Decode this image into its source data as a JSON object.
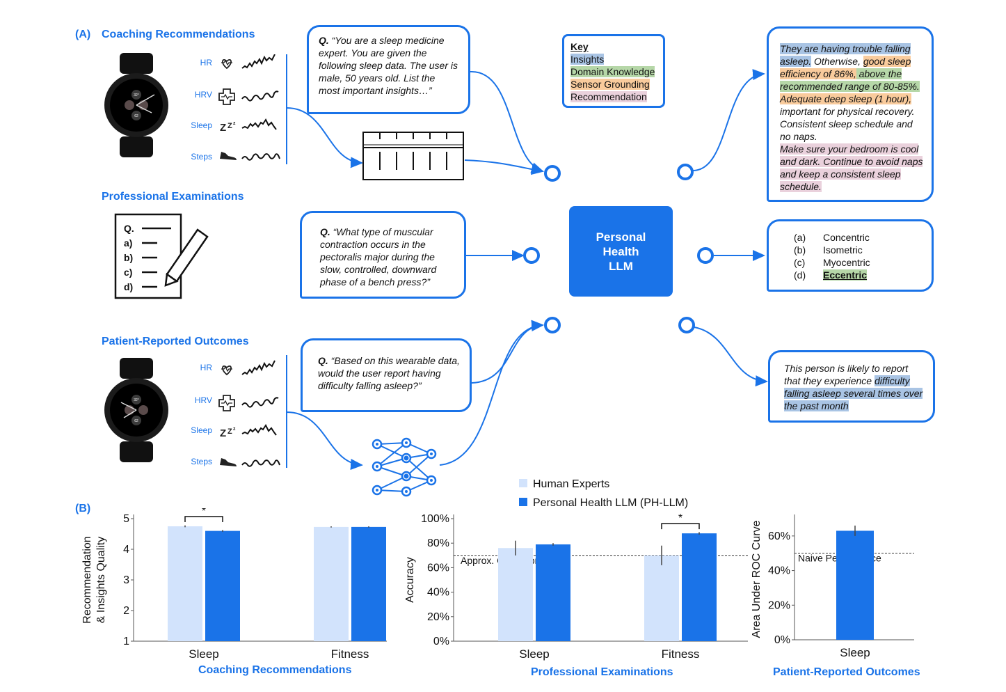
{
  "panel_a": {
    "label": "(A)",
    "coaching_title": "Coaching Recommendations",
    "exams_title": "Professional Examinations",
    "outcomes_title": "Patient-Reported Outcomes",
    "signals": [
      "HR",
      "HRV",
      "Sleep",
      "Steps"
    ],
    "watch_readouts": [
      "32°",
      "62"
    ],
    "q_coaching_prefix": "Q.",
    "q_coaching": "“You are a sleep medicine expert. You are given the following sleep data. The user is male, 50 years old.  List the most important insights…”",
    "q_exam_prefix": "Q.",
    "q_exam": "“What type of muscular contraction occurs in the pectoralis major during the slow, controlled, downward phase of a bench press?”",
    "q_outcome_prefix": "Q.",
    "q_outcome": "“Based on this wearable data, would the user report having difficulty falling asleep?”",
    "exam_sheet": [
      "Q.",
      "a)",
      "b)",
      "c)",
      "d)"
    ],
    "llm_label": "Personal Health LLM",
    "key": {
      "title": "Key",
      "insights": "Insights",
      "domain": "Domain Knowledge",
      "sensor": "Sensor Grounding",
      "recommendation": "Recommendation"
    },
    "coaching_answer": {
      "insights": " They are having trouble falling asleep.",
      "plain1": " Otherwise, ",
      "sensor1": "good sleep efficiency of 86%,",
      "domain1": " above the recommended range of 80-85%.",
      "sensor2": " Adequate deep sleep (1 hour),",
      "plain2": " important for physical recovery. Consistent sleep schedule and no naps.",
      "rec": "Make sure your bedroom is cool and dark. Continue to avoid naps and keep a consistent sleep schedule."
    },
    "exam_answer": {
      "options": [
        {
          "letter": "(a)",
          "text": "Concentric"
        },
        {
          "letter": "(b)",
          "text": "Isometric"
        },
        {
          "letter": "(c)",
          "text": "Myocentric"
        },
        {
          "letter": "(d)",
          "text": "Eccentric"
        }
      ]
    },
    "outcome_answer": {
      "plain": " This person is likely to report that they experience ",
      "insights": "difficulty falling asleep several times over the past month"
    }
  },
  "panel_b": {
    "label": "(B)",
    "legend": [
      "Human Experts",
      "Personal Health LLM (PH-LLM)"
    ],
    "colors": {
      "human": "#d2e3fc",
      "phllm": "#1a73e8",
      "accent": "#1a73e8"
    }
  },
  "chart_data": [
    {
      "type": "bar",
      "title": "Coaching Recommendations",
      "ylabel": "Recommendation & Insights Quality",
      "categories": [
        "Sleep",
        "Fitness"
      ],
      "series": [
        {
          "name": "Human Experts",
          "values": [
            4.75,
            4.73
          ]
        },
        {
          "name": "Personal Health LLM (PH-LLM)",
          "values": [
            4.6,
            4.73
          ]
        }
      ],
      "ylim": [
        1,
        5
      ],
      "yticks": [
        "1",
        "2",
        "3",
        "4",
        "5"
      ],
      "significance": [
        {
          "category": "Sleep",
          "label": "*"
        }
      ]
    },
    {
      "type": "bar",
      "title": "Professional Examinations",
      "ylabel": "Accuracy",
      "categories": [
        "Sleep",
        "Fitness"
      ],
      "series": [
        {
          "name": "Human Experts",
          "values": [
            76,
            70
          ]
        },
        {
          "name": "Personal Health LLM (PH-LLM)",
          "values": [
            79,
            88
          ]
        }
      ],
      "ylim": [
        0,
        100
      ],
      "yticks": [
        "0%",
        "20%",
        "40%",
        "60%",
        "80%",
        "100%"
      ],
      "reference_line": {
        "value": 70,
        "label": "Approx. Grade for Credit"
      },
      "significance": [
        {
          "category": "Fitness",
          "label": "*"
        }
      ]
    },
    {
      "type": "bar",
      "title": "Patient-Reported Outcomes",
      "ylabel": "Area Under ROC Curve",
      "categories": [
        "Sleep"
      ],
      "series": [
        {
          "name": "Personal Health LLM (PH-LLM)",
          "values": [
            63
          ]
        }
      ],
      "ylim": [
        0,
        70
      ],
      "yticks": [
        "0%",
        "20%",
        "40%",
        "60%"
      ],
      "reference_line": {
        "value": 50,
        "label": "Naive Performance"
      }
    }
  ]
}
